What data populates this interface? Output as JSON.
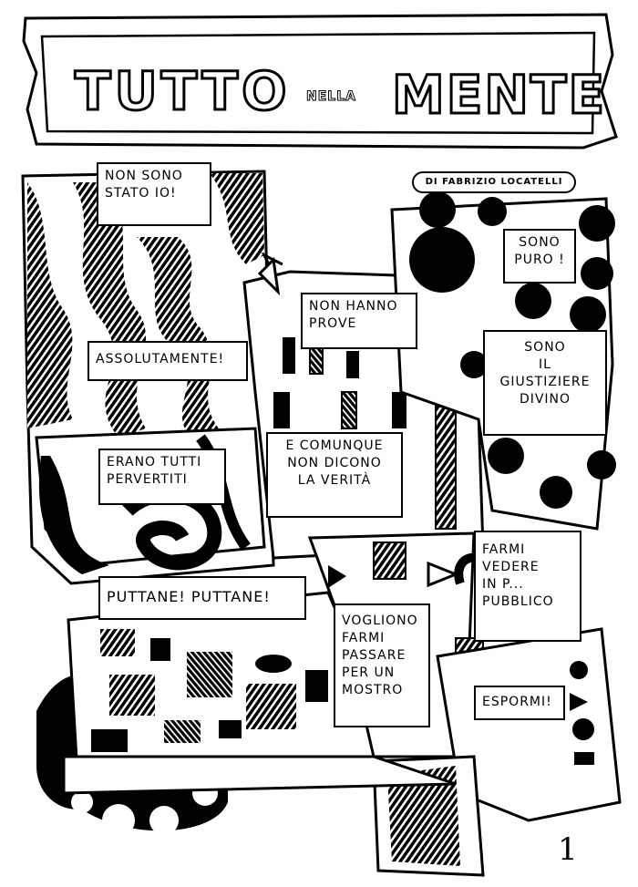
{
  "title": {
    "word1": "TUTTO",
    "word2": "NELLA",
    "word3": "MENTE"
  },
  "credit": "DI FABRIZIO LOCATELLI",
  "balloons": [
    {
      "id": "non-sono-stato-io",
      "lines": [
        "NON SONO",
        "STATO IO!"
      ]
    },
    {
      "id": "assolutamente",
      "lines": [
        "ASSOLUTAMENTE!"
      ]
    },
    {
      "id": "erano-tutti-pervertiti",
      "lines": [
        "ERANO TUTTI",
        "PERVERTITI"
      ]
    },
    {
      "id": "puttane",
      "lines": [
        "PUTTANE! PUTTANE!"
      ]
    },
    {
      "id": "non-hanno-prove",
      "lines": [
        "NON HANNO",
        "PROVE"
      ]
    },
    {
      "id": "e-comunque",
      "lines": [
        "E COMUNQUE",
        "NON DICONO",
        "LA VERITÀ"
      ]
    },
    {
      "id": "sono-puro",
      "lines": [
        "SONO",
        "PURO !"
      ]
    },
    {
      "id": "giustiziere",
      "lines": [
        "SONO",
        "IL",
        "GIUSTIZIERE",
        "DIVINO"
      ]
    },
    {
      "id": "vogliono",
      "lines": [
        "VOGLIONO",
        "FARMI",
        "PASSARE",
        "PER UN",
        "MOSTRO"
      ]
    },
    {
      "id": "farmi-vedere",
      "lines": [
        "FARMI",
        "VEDERE",
        "IN P...",
        "PUBBLICO"
      ]
    },
    {
      "id": "esporm",
      "lines": [
        "ESPORMI!"
      ]
    }
  ],
  "page_number": "1",
  "colors": {
    "ink": "#000000",
    "paper": "#ffffff"
  }
}
